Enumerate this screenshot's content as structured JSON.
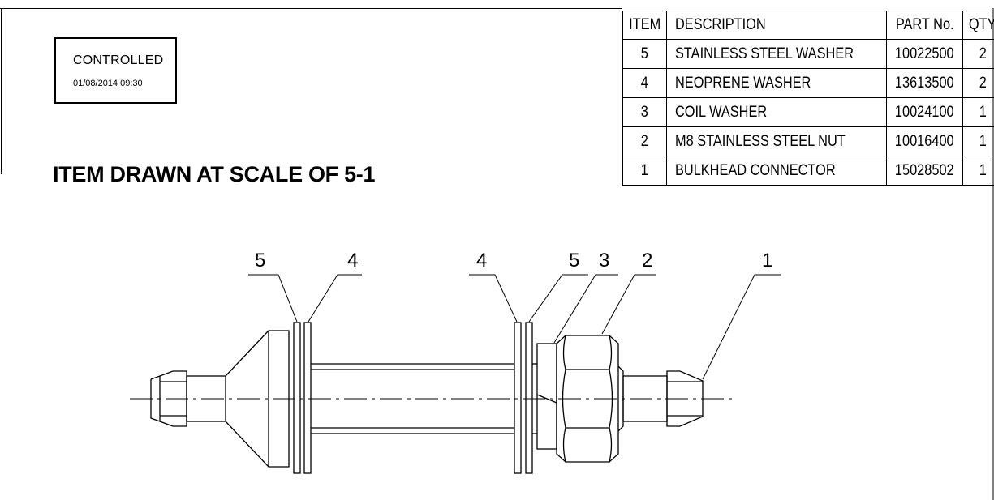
{
  "stamp": {
    "title": "CONTROLLED",
    "date": "01/08/2014 09:30"
  },
  "note": "ITEM DRAWN AT SCALE OF 5-1",
  "bom": {
    "headers": [
      "ITEM",
      "DESCRIPTION",
      "PART No.",
      "QTY."
    ],
    "rows": [
      {
        "item": "5",
        "description": "STAINLESS STEEL WASHER",
        "part": "10022500",
        "qty": "2"
      },
      {
        "item": "4",
        "description": "NEOPRENE WASHER",
        "part": "13613500",
        "qty": "2"
      },
      {
        "item": "3",
        "description": "COIL WASHER",
        "part": "10024100",
        "qty": "1"
      },
      {
        "item": "2",
        "description": "M8 STAINLESS STEEL NUT",
        "part": "10016400",
        "qty": "1"
      },
      {
        "item": "1",
        "description": "BULKHEAD CONNECTOR",
        "part": "15028502",
        "qty": "1"
      }
    ]
  },
  "balloons": [
    "5",
    "4",
    "4",
    "5",
    "3",
    "2",
    "1"
  ],
  "colors": {
    "line": "#000000",
    "background": "#ffffff"
  }
}
